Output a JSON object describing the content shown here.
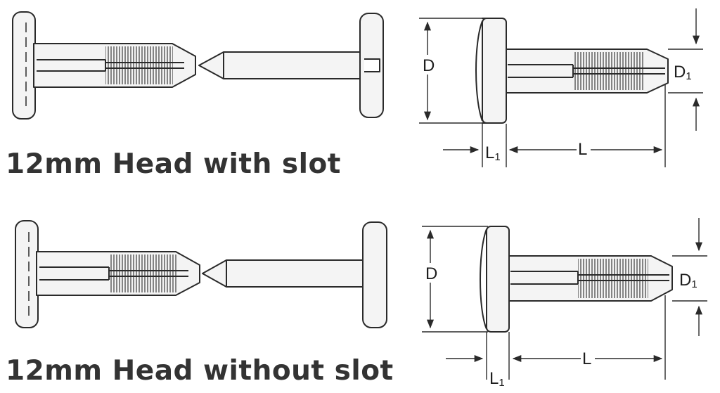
{
  "captions": {
    "top": "12mm Head with slot",
    "bottom": "12mm Head without slot"
  },
  "dimensions": {
    "diameter": "D",
    "inner_diameter": "D",
    "inner_diameter_sub": "1",
    "length": "L",
    "head_thickness": "L",
    "head_thickness_sub": "1"
  },
  "colors": {
    "line": "#2a2a2a",
    "fill": "#f4f4f4",
    "text": "#333333"
  }
}
